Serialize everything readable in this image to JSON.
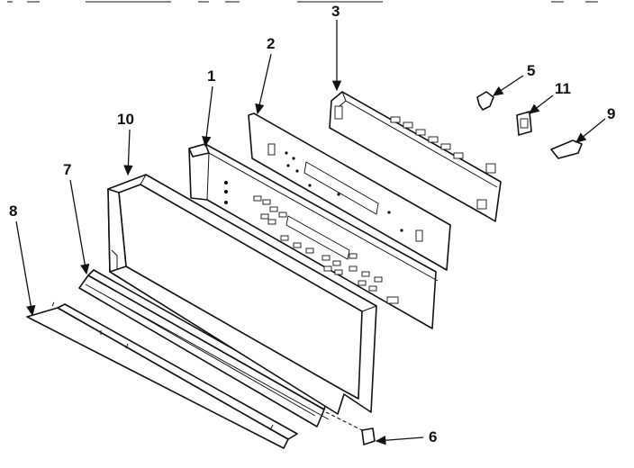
{
  "callouts": [
    {
      "id": "1",
      "label": "1"
    },
    {
      "id": "2",
      "label": "2"
    },
    {
      "id": "3",
      "label": "3"
    },
    {
      "id": "5",
      "label": "5"
    },
    {
      "id": "6",
      "label": "6"
    },
    {
      "id": "7",
      "label": "7"
    },
    {
      "id": "8",
      "label": "8"
    },
    {
      "id": "9",
      "label": "9"
    },
    {
      "id": "10",
      "label": "10"
    },
    {
      "id": "11",
      "label": "11"
    }
  ]
}
